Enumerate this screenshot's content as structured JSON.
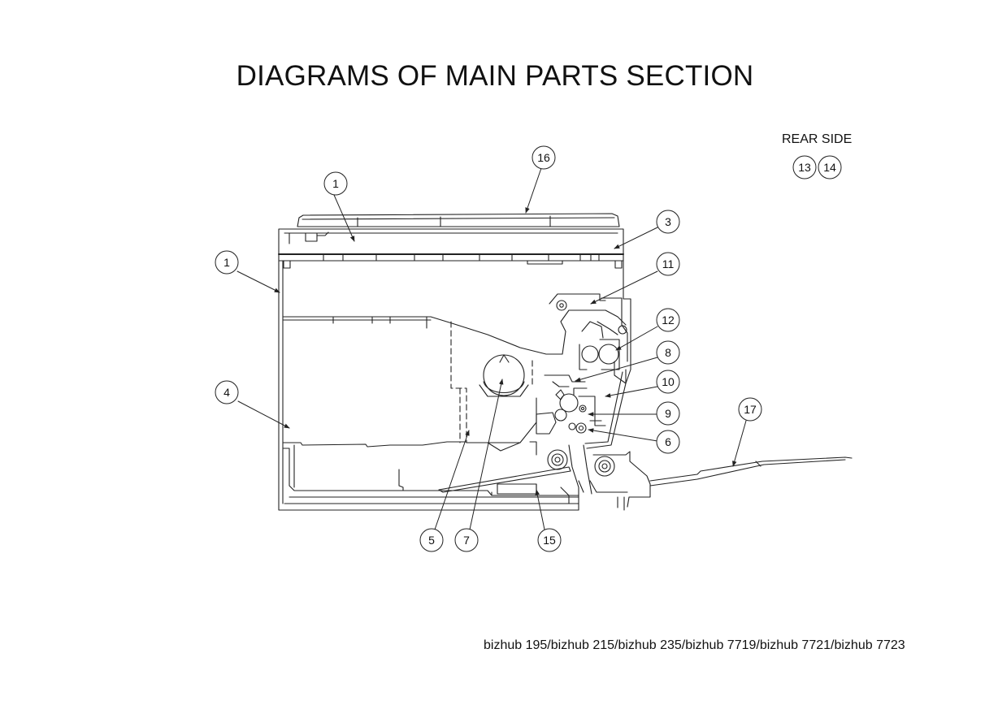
{
  "title": "DIAGRAMS OF MAIN PARTS SECTION",
  "rear_side_label": "REAR SIDE",
  "footer_models": "bizhub 195/bizhub 215/bizhub 235/bizhub 7719/bizhub 7721/bizhub 7723",
  "callouts": {
    "c1_top": "1",
    "c1_left": "1",
    "c3": "3",
    "c4": "4",
    "c5": "5",
    "c6": "6",
    "c7": "7",
    "c8": "8",
    "c9": "9",
    "c10": "10",
    "c11": "11",
    "c12": "12",
    "c13": "13",
    "c14": "14",
    "c15": "15",
    "c16": "16",
    "c17": "17"
  }
}
